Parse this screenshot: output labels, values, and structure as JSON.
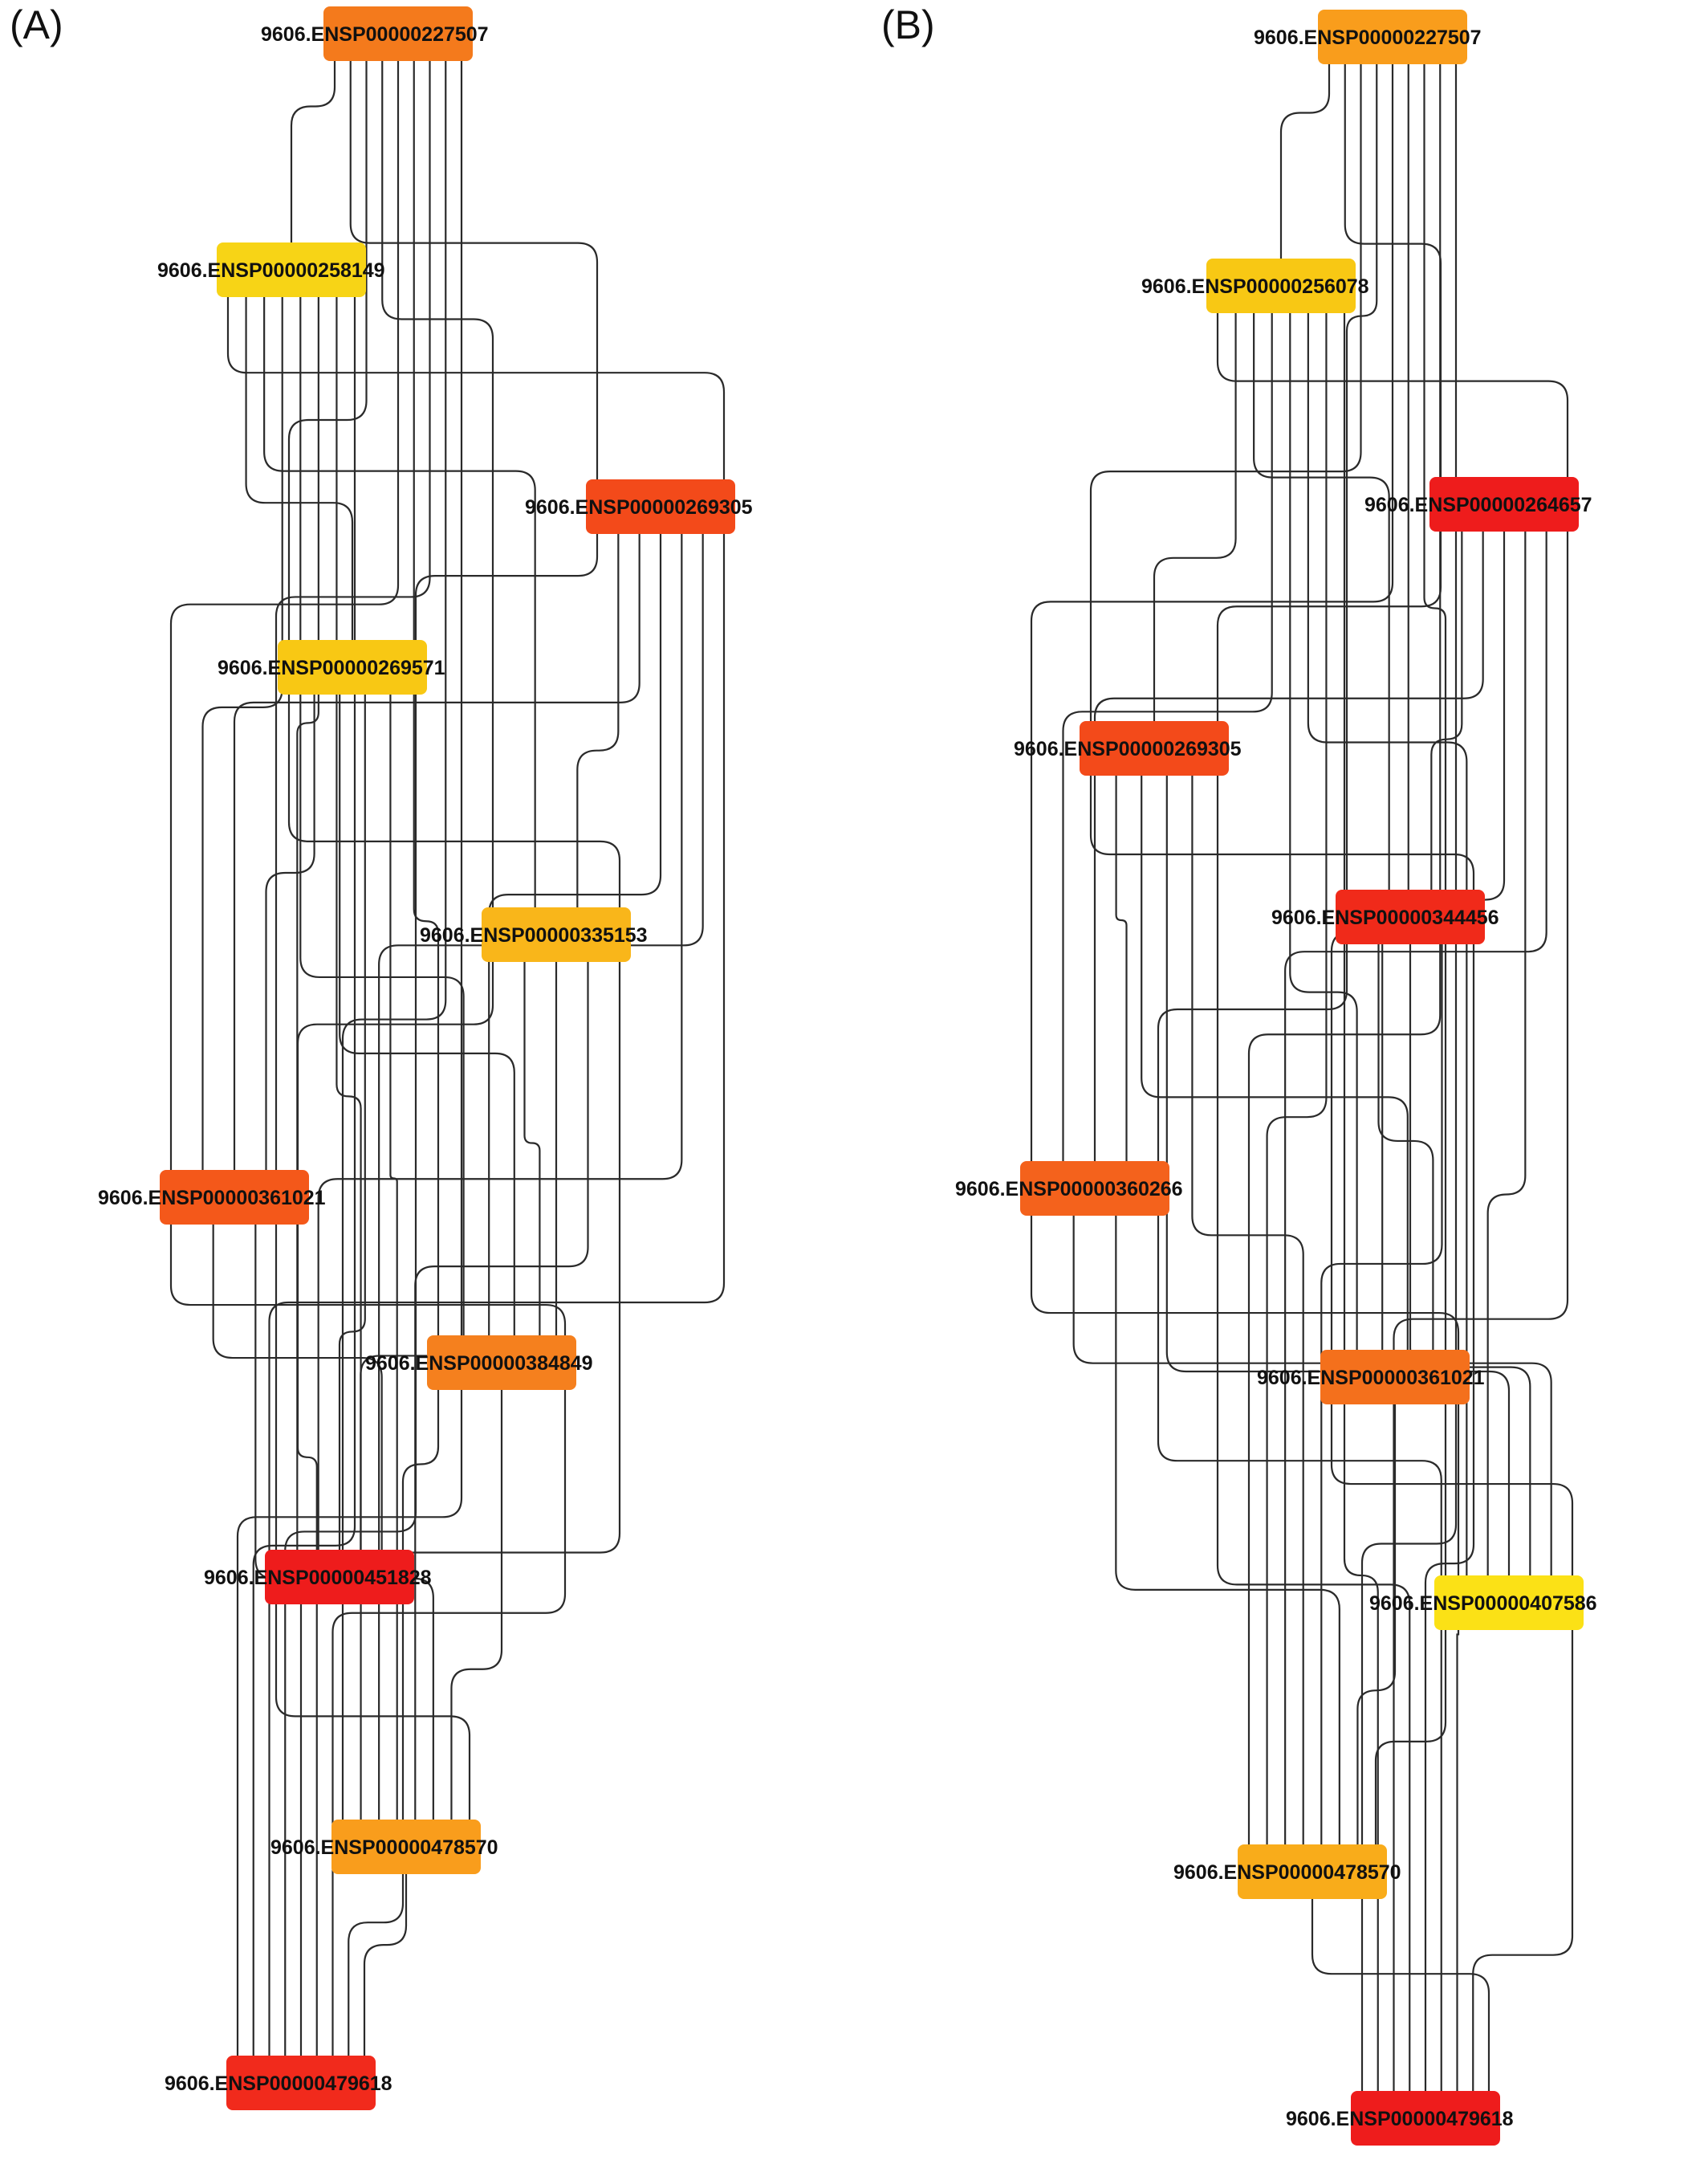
{
  "panels": [
    {
      "label": "(A)",
      "nodes": [
        {
          "id": "a1",
          "label": "9606.ENSP00000227507",
          "color": "#f47a1c"
        },
        {
          "id": "a2",
          "label": "9606.ENSP00000258149",
          "color": "#f7d416"
        },
        {
          "id": "a3",
          "label": "9606.ENSP00000269305",
          "color": "#f34a1a"
        },
        {
          "id": "a4",
          "label": "9606.ENSP00000269571",
          "color": "#f8c814"
        },
        {
          "id": "a5",
          "label": "9606.ENSP00000335153",
          "color": "#f9b61a"
        },
        {
          "id": "a6",
          "label": "9606.ENSP00000361021",
          "color": "#f4581a"
        },
        {
          "id": "a7",
          "label": "9606.ENSP00000384849",
          "color": "#f5801e"
        },
        {
          "id": "a8",
          "label": "9606.ENSP00000451828",
          "color": "#ee1c1c"
        },
        {
          "id": "a9",
          "label": "9606.ENSP00000478570",
          "color": "#f99d1c"
        },
        {
          "id": "a10",
          "label": "9606.ENSP00000479618",
          "color": "#f12a1c"
        }
      ],
      "edges": [
        [
          "a1",
          "a2"
        ],
        [
          "a1",
          "a3"
        ],
        [
          "a1",
          "a4"
        ],
        [
          "a1",
          "a5"
        ],
        [
          "a1",
          "a6"
        ],
        [
          "a1",
          "a7"
        ],
        [
          "a1",
          "a8"
        ],
        [
          "a1",
          "a9"
        ],
        [
          "a1",
          "a10"
        ],
        [
          "a2",
          "a3"
        ],
        [
          "a2",
          "a4"
        ],
        [
          "a2",
          "a5"
        ],
        [
          "a2",
          "a6"
        ],
        [
          "a2",
          "a7"
        ],
        [
          "a2",
          "a8"
        ],
        [
          "a2",
          "a9"
        ],
        [
          "a2",
          "a10"
        ],
        [
          "a3",
          "a4"
        ],
        [
          "a3",
          "a5"
        ],
        [
          "a3",
          "a6"
        ],
        [
          "a3",
          "a7"
        ],
        [
          "a3",
          "a8"
        ],
        [
          "a3",
          "a9"
        ],
        [
          "a3",
          "a10"
        ],
        [
          "a4",
          "a5"
        ],
        [
          "a4",
          "a6"
        ],
        [
          "a4",
          "a7"
        ],
        [
          "a4",
          "a8"
        ],
        [
          "a4",
          "a9"
        ],
        [
          "a4",
          "a10"
        ],
        [
          "a5",
          "a6"
        ],
        [
          "a5",
          "a7"
        ],
        [
          "a5",
          "a8"
        ],
        [
          "a5",
          "a9"
        ],
        [
          "a5",
          "a10"
        ],
        [
          "a6",
          "a7"
        ],
        [
          "a6",
          "a8"
        ],
        [
          "a6",
          "a9"
        ],
        [
          "a6",
          "a10"
        ],
        [
          "a7",
          "a8"
        ],
        [
          "a7",
          "a9"
        ],
        [
          "a7",
          "a10"
        ],
        [
          "a8",
          "a9"
        ],
        [
          "a8",
          "a10"
        ],
        [
          "a9",
          "a10"
        ]
      ]
    },
    {
      "label": "(B)",
      "nodes": [
        {
          "id": "b1",
          "label": "9606.ENSP00000227507",
          "color": "#f99d1c"
        },
        {
          "id": "b2",
          "label": "9606.ENSP00000256078",
          "color": "#f8c814"
        },
        {
          "id": "b3",
          "label": "9606.ENSP00000264657",
          "color": "#ee1c1c"
        },
        {
          "id": "b4",
          "label": "9606.ENSP00000269305",
          "color": "#f34a1a"
        },
        {
          "id": "b5",
          "label": "9606.ENSP00000344456",
          "color": "#f02a1a"
        },
        {
          "id": "b6",
          "label": "9606.ENSP00000360266",
          "color": "#f4621c"
        },
        {
          "id": "b7",
          "label": "9606.ENSP00000361021",
          "color": "#f4701c"
        },
        {
          "id": "b8",
          "label": "9606.ENSP00000407586",
          "color": "#fbe116"
        },
        {
          "id": "b9",
          "label": "9606.ENSP00000478570",
          "color": "#f9ac1a"
        },
        {
          "id": "b10",
          "label": "9606.ENSP00000479618",
          "color": "#ee1c1c"
        }
      ],
      "edges": [
        [
          "b1",
          "b2"
        ],
        [
          "b1",
          "b3"
        ],
        [
          "b1",
          "b4"
        ],
        [
          "b1",
          "b5"
        ],
        [
          "b1",
          "b6"
        ],
        [
          "b1",
          "b7"
        ],
        [
          "b1",
          "b8"
        ],
        [
          "b1",
          "b9"
        ],
        [
          "b1",
          "b10"
        ],
        [
          "b2",
          "b3"
        ],
        [
          "b2",
          "b4"
        ],
        [
          "b2",
          "b5"
        ],
        [
          "b2",
          "b6"
        ],
        [
          "b2",
          "b7"
        ],
        [
          "b2",
          "b8"
        ],
        [
          "b2",
          "b9"
        ],
        [
          "b2",
          "b10"
        ],
        [
          "b3",
          "b4"
        ],
        [
          "b3",
          "b5"
        ],
        [
          "b3",
          "b6"
        ],
        [
          "b3",
          "b7"
        ],
        [
          "b3",
          "b8"
        ],
        [
          "b3",
          "b9"
        ],
        [
          "b3",
          "b10"
        ],
        [
          "b4",
          "b5"
        ],
        [
          "b4",
          "b6"
        ],
        [
          "b4",
          "b7"
        ],
        [
          "b4",
          "b8"
        ],
        [
          "b4",
          "b9"
        ],
        [
          "b4",
          "b10"
        ],
        [
          "b5",
          "b6"
        ],
        [
          "b5",
          "b7"
        ],
        [
          "b5",
          "b8"
        ],
        [
          "b5",
          "b9"
        ],
        [
          "b5",
          "b10"
        ],
        [
          "b6",
          "b7"
        ],
        [
          "b6",
          "b8"
        ],
        [
          "b6",
          "b9"
        ],
        [
          "b6",
          "b10"
        ],
        [
          "b7",
          "b8"
        ],
        [
          "b7",
          "b9"
        ],
        [
          "b7",
          "b10"
        ],
        [
          "b8",
          "b9"
        ],
        [
          "b8",
          "b10"
        ],
        [
          "b9",
          "b10"
        ]
      ]
    }
  ]
}
